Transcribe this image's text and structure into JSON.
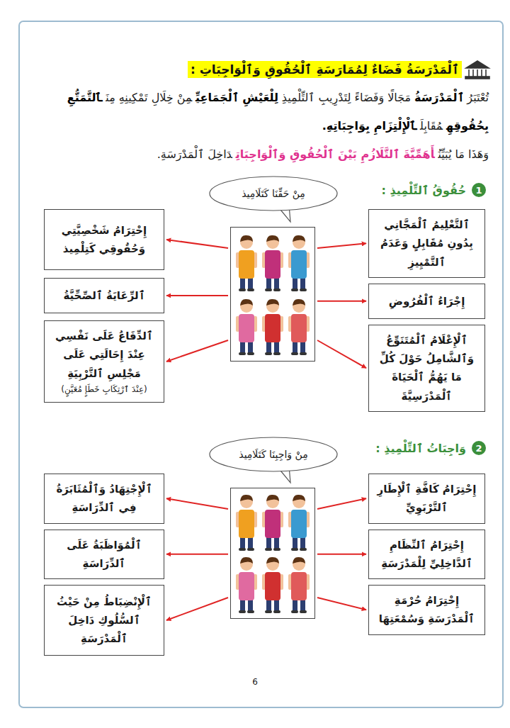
{
  "diagram": {
    "title": "ٱلْمَدْرَسَةُ فَضَاءٌ لِمُمَارَسَةِ ٱلْحُقُوقِ وَٱلْوَاجِبَاتِ :",
    "nodes": [
      {
        "text": [
          "مِنْ حَقِّنَا كَتَلَامِيذ"
        ]
      },
      {
        "text": [
          "ٱلتَّعْلِيمُ ٱلْمَجَّانِي بِدُونِ مُقَابِلٍ وَعَدَمُ ٱلتَّمْيِيزِ"
        ]
      },
      {
        "text": [
          "إِحْتِرَامُ شَخْصِيَّتِي وَحُقُوقِي كَتِلْمِيذ"
        ]
      },
      {
        "text": [
          "إِجْرَاءُ ٱلْفُرُوضِ"
        ]
      },
      {
        "text": [
          "ٱلرِّعَايَةُ ٱلصِّحِّيَّةُ"
        ]
      },
      {
        "text": [
          "ٱلْإِعْلَامُ ٱلْمُتَنَوِّعُ وَٱلشَّامِلُ حَوْلَ كُلِّ مَا يَهُمُّ ٱلْحَيَاةَ ٱلْمَدْرَسِيَّةَ"
        ]
      },
      {
        "text": [
          "ٱلدِّفَاعُ عَلَى نَفْسِي عِنْدَ إِحَالَتِي عَلَى مَجْلِسِ ٱلتَّرْبِيَةِ",
          "(عِنْدَ ٱرْتِكَابِ خَطَإٍ مُعَيَّنٍ)"
        ]
      },
      {
        "text": [
          "مِنْ وَاجِبِنَا كَتَلَامِيذ"
        ]
      },
      {
        "text": [
          "إِحْتِرَامُ كَافَّةِ ٱلْإِطَارِ ٱلتَّرْبَوِيِّ"
        ]
      },
      {
        "text": [
          "ٱلْإِجْتِهَادُ وَٱلْمُثَابَرَةُ فِي ٱلدِّرَاسَةِ"
        ]
      },
      {
        "text": [
          "إِحْتِرَامُ ٱلنِّظَامِ ٱلدَّاخِلِيِّ لِلْمَدْرَسَةِ"
        ]
      },
      {
        "text": [
          "ٱلْمُوَاظَبَةُ عَلَى ٱلدِّرَاسَةِ"
        ]
      },
      {
        "text": [
          "إِحْتِرَامُ حُرْمَةِ ٱلْمَدْرَسَةِ وَسُمْعَتِهَا"
        ]
      },
      {
        "text": [
          "ٱلْإِنْضِبَاطُ مِنْ حَيْثُ ٱلسُّلُوكِ دَاخِلَ ٱلْمَدْرَسَةِ"
        ]
      }
    ],
    "edges": [
      {
        "from": 0,
        "to": 1,
        "arrow": "to"
      },
      {
        "from": 0,
        "to": 2,
        "arrow": "to"
      },
      {
        "from": 0,
        "to": 3,
        "arrow": "to"
      },
      {
        "from": 0,
        "to": 4,
        "arrow": "to"
      },
      {
        "from": 0,
        "to": 5,
        "arrow": "to"
      },
      {
        "from": 0,
        "to": 6,
        "arrow": "to"
      },
      {
        "from": 7,
        "to": 8,
        "arrow": "to"
      },
      {
        "from": 7,
        "to": 9,
        "arrow": "to"
      },
      {
        "from": 7,
        "to": 10,
        "arrow": "to"
      },
      {
        "from": 7,
        "to": 11,
        "arrow": "to"
      },
      {
        "from": 7,
        "to": 12,
        "arrow": "to"
      },
      {
        "from": 7,
        "to": 13,
        "arrow": "to"
      }
    ],
    "labels": [
      "تُعْتَبَرُ",
      "ٱلْمَدْرَسَةُ",
      "مَجَالًا وَفَضَاءً لِتَدْرِيبِ ٱلتِّلْمِيذِ",
      "لِلْعَيْشِ ٱلْجَمَاعِيِّ",
      "مِنْ خِلَالِ تَمْكِينِهِ مِنَ",
      "ٱلتَّمَتُّعِ بِحُقُوقِهِ",
      "مُقَابِلَ",
      "ٱلْإِلْتِزَامِ بِوَاجِبَاتِهِ.",
      "وَهَذَا مَا يُبَيِّنُ",
      "أَهَمِّيَّةَ ٱلتَّلَازُمِ بَيْنَ ٱلْحُقُوقِ وَٱلْوَاجِبَاتِ",
      "دَاخِلَ ٱلْمَدْرَسَةِ.",
      "1",
      "حُقُوقُ ٱلتِّلْمِيذِ :",
      "2",
      "وَاجِبَاتُ ٱلتِّلْمِيذِ :",
      "6"
    ]
  }
}
